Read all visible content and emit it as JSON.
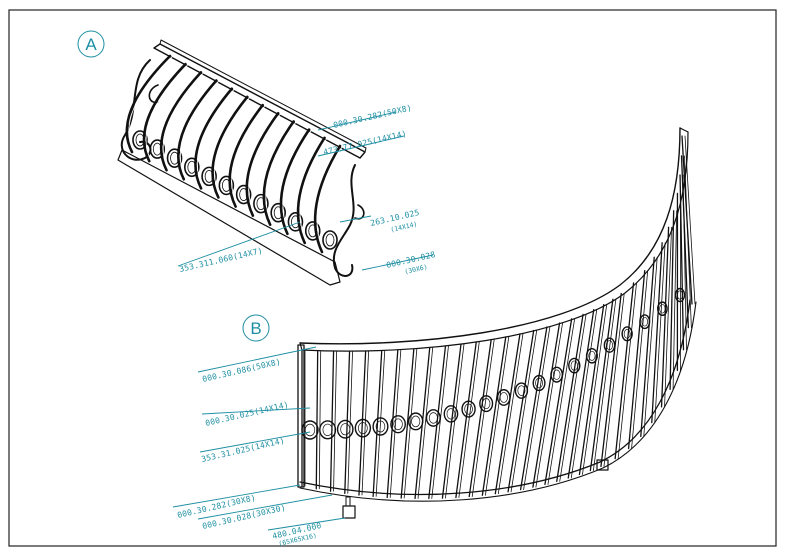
{
  "drawing": {
    "colors": {
      "ink": "#111111",
      "annotation": "#1d8fa3",
      "frame": "#222222",
      "background": "#ffffff"
    },
    "view_a": {
      "letter": "A",
      "labels": [
        {
          "text": "000.30.282(50X8)"
        },
        {
          "text": "473.77.025(14X14)"
        },
        {
          "text": "263.10.025",
          "sub": "(14X14)"
        },
        {
          "text": "353.311.060(14X7)"
        },
        {
          "text": "000.30.028",
          "sub": "(30X6)"
        }
      ]
    },
    "view_b": {
      "letter": "B",
      "labels": [
        {
          "text": "000.30.086(50X8)"
        },
        {
          "text": "000.30.025(14X14)"
        },
        {
          "text": "353.31.025(14X14)"
        },
        {
          "text": "000.30.282(30X8)"
        },
        {
          "text": "000.30.028(30X30)"
        },
        {
          "text": "480.04.000",
          "sub": "(65X65X16)"
        }
      ]
    }
  }
}
